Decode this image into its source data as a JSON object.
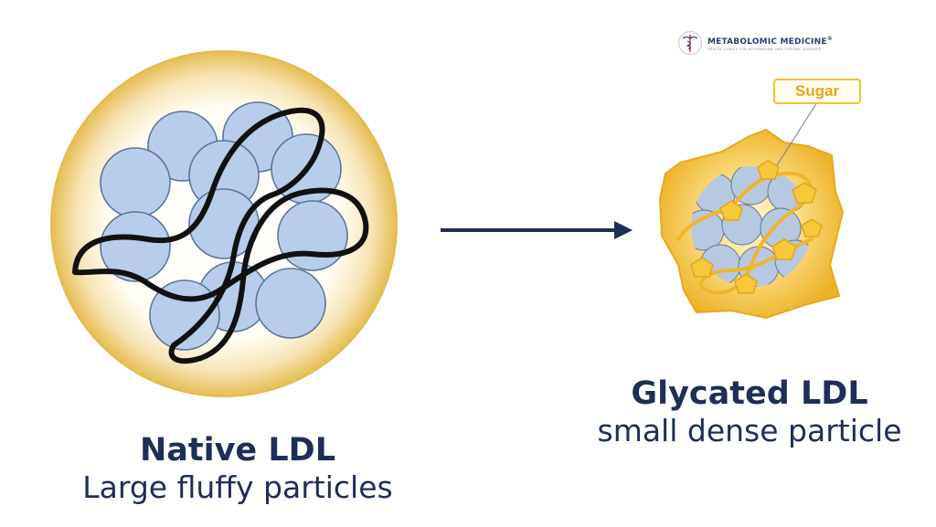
{
  "native": {
    "title": "Native LDL",
    "subtitle": "Large fluffy particles"
  },
  "glycated": {
    "title": "Glycated LDL",
    "subtitle": "small dense particle"
  },
  "sugar_label": "Sugar",
  "brand": {
    "name": "METABOLOMIC MEDICINE",
    "mark": "®",
    "tagline": "HEALTH CLINICS FOR AUTOIMMUNE AND CHRONIC DISEASES",
    "icon": "caduceus-icon"
  },
  "colors": {
    "navy": "#1f2e58",
    "sphere_fill": "#b7cde9",
    "sphere_stroke": "#5c7395",
    "halo_outer": "#e7c45c",
    "glyc_shell": "#f1b92b",
    "sugar": "#f7c93a"
  }
}
